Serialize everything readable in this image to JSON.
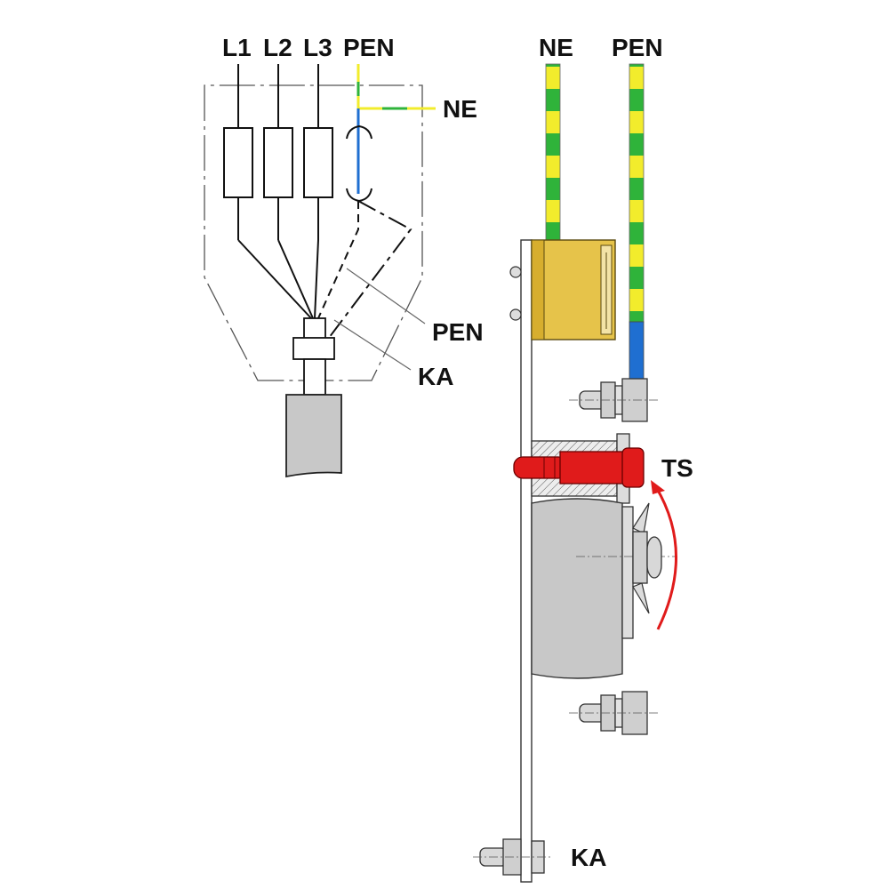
{
  "schematic": {
    "labels": {
      "l1": "L1",
      "l2": "L2",
      "l3": "L3",
      "pen_top": "PEN",
      "ne": "NE",
      "pen_pointer": "PEN",
      "ka_pointer": "KA"
    }
  },
  "section_view": {
    "labels": {
      "ne": "NE",
      "pen": "PEN",
      "ts": "TS",
      "ka": "KA"
    }
  },
  "colors": {
    "wire_green": "#2fb33a",
    "wire_yellow": "#f2ec2c",
    "neutral_blue": "#1f6fd1",
    "terminal_gold": "#e6c34a",
    "part_red": "#e01b1b",
    "part_gray": "#c8c8c8"
  }
}
